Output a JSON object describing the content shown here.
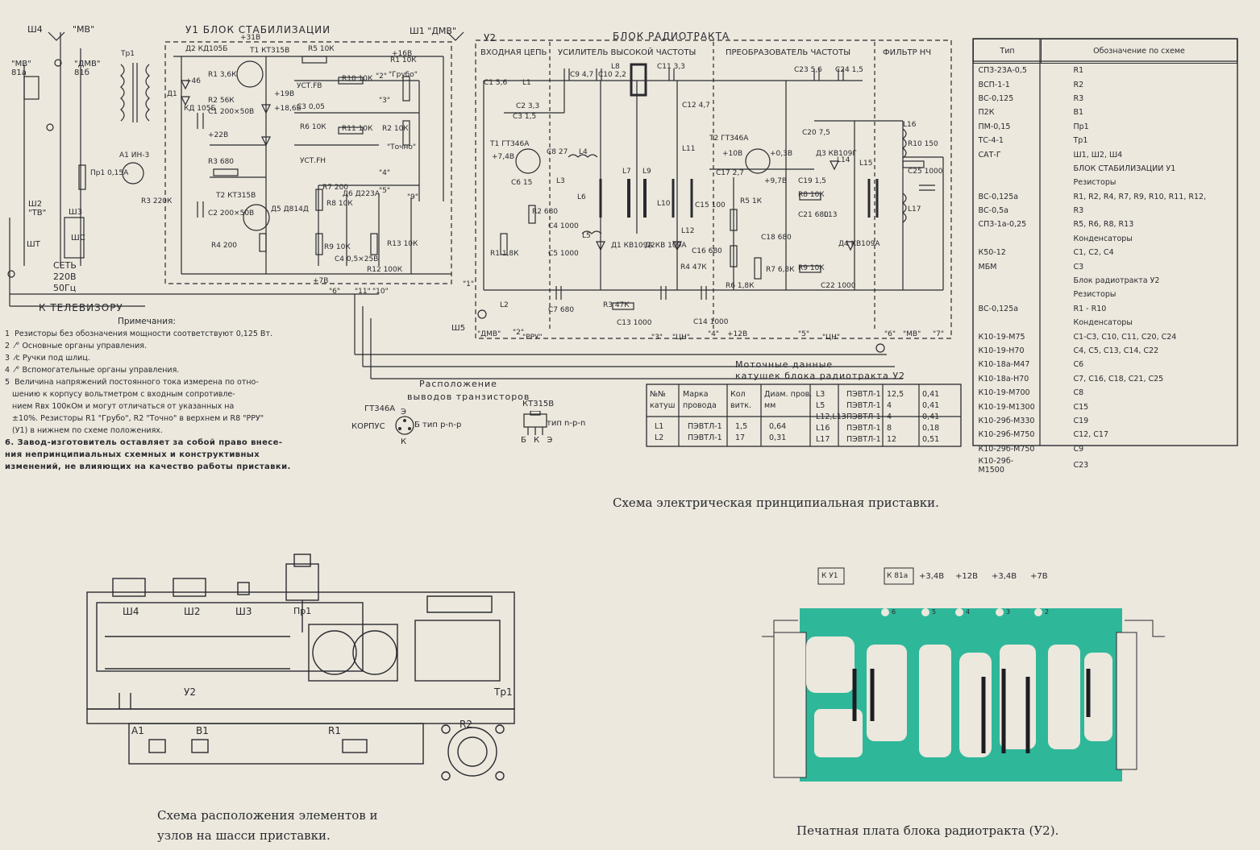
{
  "title_u1": "У1  БЛОК  СТАБИЛИЗАЦИИ",
  "title_u2_tag": "У2",
  "title_u2": "БЛОК РАДИОТРАКТА",
  "sections": [
    "ВХОДНАЯ ЦЕПЬ",
    "УСИЛИТЕЛЬ ВЫСОКОЙ ЧАСТОТЫ",
    "ПРЕОБРАЗОВАТЕЛЬ ЧАСТОТЫ",
    "ФИЛЬТР НЧ"
  ],
  "connectors": {
    "sh4": "Ш4",
    "mv": "\"МВ\"",
    "sh1": "Ш1 \"ДМВ\"",
    "mv81a": "\"МВ\" 81а",
    "dmv81b": "\"ДМВ\" 81б",
    "sh2": "Ш2 \"ТВ\"",
    "sh3": "Ш3",
    "sht": "ШТ",
    "shs": "ШС",
    "sh5": "Ш5",
    "net": "СЕТЬ",
    "net_v": "220В",
    "net_hz": "50Гц",
    "to_tv": "К ТЕЛЕВИЗОРУ"
  },
  "u1_labels": [
    "Тр1",
    "Д2 КД105Б",
    "+31В",
    "Т1 КТ315В",
    "R5 10К",
    "+46",
    "R1 3,6К",
    "R2 56К",
    "Д1",
    "КД 105Б",
    "С1 200×50В",
    "+22В",
    "А1 ИН-3",
    "R3 220К",
    "Пр1 0,15А",
    "R3 680",
    "Т2 КТ315В",
    "С2 200×50В",
    "R4 200",
    "Д5 Д814Д",
    "+19В",
    "+18,6В",
    "УСТ.FB",
    "С3 0,05",
    "R6 10К",
    "УСТ.FH",
    "R10 10К",
    "R11 10К",
    "R1 10К",
    "\"Грубо\"",
    "R2 10К",
    "\"Точно\"",
    "R7 200",
    "R8 10К",
    "R9 10К",
    "С4 0,5×25В",
    "Д6 Д223А",
    "R12 100К",
    "R13 10К",
    "+7В",
    "\"1\"",
    "\"2\"",
    "\"3\"",
    "\"4\"",
    "\"5\"",
    "\"6\"",
    "\"9\"",
    "\"10\"",
    "\"11\"",
    "+16В"
  ],
  "u2_labels": [
    "С1 5,6",
    "L1",
    "С2 3,3",
    "С3 1,5",
    "Т1 ГТ346А",
    "+7,4В",
    "С8 27",
    "L4",
    "С6 15",
    "L3",
    "R2 680",
    "С4 1000",
    "L6",
    "L5",
    "R1 1,8К",
    "С5 1000",
    "Д1 КВ109А",
    "С9 4,7",
    "С10 2,2",
    "L8",
    "С11 3,3",
    "С12 4,7",
    "L7",
    "L9",
    "L10",
    "L11",
    "Д2КВ 109А",
    "R4 47К",
    "С16 680",
    "С15 100",
    "L12",
    "Т2 ГТ346А",
    "+10В",
    "+0,3В",
    "+9,7В",
    "С17 2,7",
    "R5 1К",
    "С18 680",
    "R6 1,8К",
    "R7 6,8К",
    "С23 5,6",
    "С24 1,5",
    "С20 7,5",
    "Д3 КВ109Г",
    "L14",
    "С19 1,5",
    "R8 10К",
    "С21 680",
    "L13",
    "Д4 КВ109А",
    "R9 10К",
    "С22 1000",
    "L15",
    "L16",
    "R10 150",
    "С25 1000",
    "L17",
    "L2",
    "С7 680",
    "R3 47К",
    "С13 1000",
    "С14 1000",
    "\"ДМВ\"",
    "\"2\"",
    "\"РРУ\"",
    "\"3\"",
    "\"ЦН\"",
    "\"4\"",
    "+12В",
    "\"5\"",
    "\"ЦН\"",
    "\"6\"",
    "\"МВ\"",
    "\"7\""
  ],
  "spec_table": {
    "headers": [
      "Тип",
      "Обозначение по схеме"
    ],
    "rows": [
      [
        "СП3-23А-0,5",
        "R1"
      ],
      [
        "ВСП-1-1",
        "R2"
      ],
      [
        "ВС-0,125",
        "R3"
      ],
      [
        "П2К",
        "В1"
      ],
      [
        "ПМ-0,15",
        "Пр1"
      ],
      [
        "ТС-4-1",
        "Тр1"
      ],
      [
        "САТ-Г",
        "Ш1, Ш2, Ш4"
      ],
      [
        "",
        "БЛОК СТАБИЛИЗАЦИИ У1"
      ],
      [
        "",
        "Резисторы"
      ],
      [
        "ВС-0,125а",
        "R1, R2, R4, R7, R9, R10, R11, R12,"
      ],
      [
        "ВС-0,5а",
        "R3"
      ],
      [
        "СП3-1а-0,25",
        "R5, R6, R8, R13"
      ],
      [
        "",
        "Конденсаторы"
      ],
      [
        "К50-12",
        "С1, С2, С4"
      ],
      [
        "МБМ",
        "С3"
      ],
      [
        "",
        "Блок радиотракта У2"
      ],
      [
        "",
        "Резисторы"
      ],
      [
        "ВС-0,125а",
        "R1 - R10"
      ],
      [
        "",
        "Конденсаторы"
      ],
      [
        "К10-19-М75",
        "С1-С3, С10, С11, С20, С24"
      ],
      [
        "К10-19-Н70",
        "С4, С5, С13, С14, С22"
      ],
      [
        "К10-18а-М47",
        "С6"
      ],
      [
        "К10-18а-Н70",
        "С7, С16, С18, С21, С25"
      ],
      [
        "К10-19-М700",
        "С8"
      ],
      [
        "К10-19-М1300",
        "С15"
      ],
      [
        "К10-29б-М330",
        "С19"
      ],
      [
        "К10-29б-М750",
        "С12, С17"
      ],
      [
        "К10-29б-М750",
        "С9"
      ],
      [
        "К10-29б-М1500",
        "С23"
      ]
    ]
  },
  "notes": {
    "title": "Примечания:",
    "items": [
      "1  Резисторы без обозначения мощности соответствуют 0,125 Вт.",
      "2  ⁄° Основные органы управления.",
      "3  ⁄с Ручки под шлиц.",
      "4  ⁄° Вспомогательные органы управления.",
      "5  Величина напряжений постоянного тока измерена по отно-",
      "   шению к корпусу вольтметром с входным сопротивле-",
      "   нием Rвх 100кОм и могут отличаться от указанных на",
      "   ±10%. Резисторы R1 \"Грубо\", R2 \"Точно\" в верхнем и R8 \"РРУ\"",
      "   (У1) в нижнем по схеме положениях."
    ],
    "bold": [
      "6. Завод-изготовитель оставляет за собой право внесе-",
      "ния непринципиальных схемных и конструктивных",
      "изменений, не влияющих на качество работы приставки."
    ]
  },
  "pinout": {
    "title": "Расположение",
    "title2": "выводов транзисторов",
    "gt": "ГТ346А",
    "korpus": "КОРПУС",
    "pnp": "Б тип р-n-р",
    "kt": "КТ315В",
    "npn": "тип n-p-n",
    "bke": "Б  К  Э",
    "e": "Э",
    "k": "К"
  },
  "coil_table": {
    "title1": "Моточные данные",
    "title2": "катушек блока радиотракта У2",
    "headers": [
      "№№ катуш",
      "Марка провода",
      "Кол витк.",
      "Диам. пров. мм"
    ],
    "rows_left": [
      [
        "L1",
        "ПЭВТЛ-1",
        "1,5",
        "0,64"
      ],
      [
        "L2",
        "ПЭВТЛ-1",
        "17",
        "0,31"
      ]
    ],
    "rows_right": [
      [
        "L3",
        "ПЭВТЛ-1",
        "12,5",
        "0,41"
      ],
      [
        "L5",
        "ПЭВТЛ-1",
        "4",
        "0,41"
      ],
      [
        "L12,L13",
        "ПЭВТЛ-1",
        "4",
        "0,41"
      ],
      [
        "L16",
        "ПЭВТЛ-1",
        "8",
        "0,18"
      ],
      [
        "L17",
        "ПЭВТЛ-1",
        "12",
        "0,51"
      ]
    ]
  },
  "captions": {
    "schematic": "Схема электрическая принципиальная приставки.",
    "chassis1": "Схема расположения элементов   и",
    "chassis2": "узлов на шасси   приставки.",
    "pcb": "Печатная плата блока радиотракта (У2)."
  },
  "chassis_labels": [
    "Ш4",
    "Ш2",
    "Ш3",
    "Пр1",
    "У2",
    "Тр1",
    "А1",
    "В1",
    "R1",
    "R2"
  ],
  "pcb_labels": [
    "К У1",
    "К 81а",
    "+3,4В",
    "+12В",
    "+3,4В",
    "+7В",
    "6",
    "5",
    "4",
    "3",
    "2"
  ],
  "colors": {
    "paper": "#ece8dd",
    "ink": "#2a2a30",
    "pcb": "#2fb79a"
  }
}
